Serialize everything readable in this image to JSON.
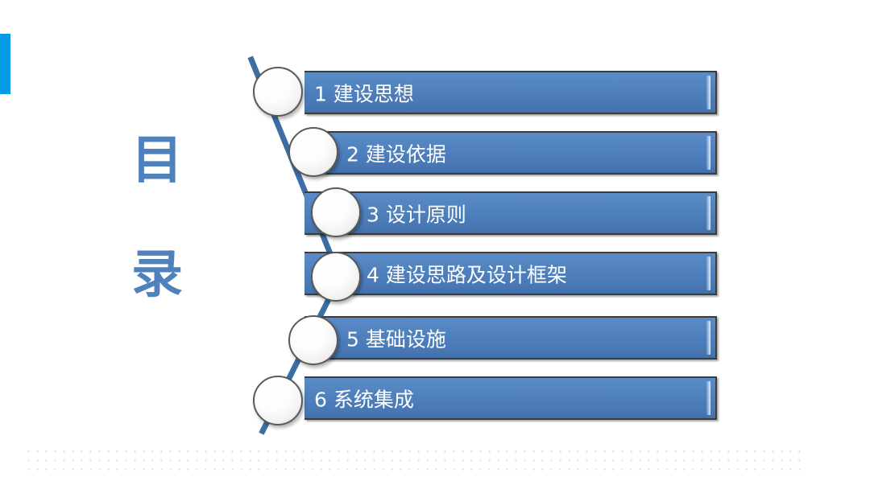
{
  "slide": {
    "title_chars": [
      "目",
      "录"
    ],
    "title_color": "#4f81bd",
    "accent_bar_color": "#039be5",
    "bar_color": "#4e80bd",
    "bar_text_color": "#ffffff",
    "circle_fill": "#ffffff",
    "circle_border_color": "#595959",
    "connector_color": "#3a6ea5",
    "dot_color": "#d8d8d8",
    "background": "#ffffff"
  },
  "toc": {
    "items": [
      {
        "number": "1",
        "text": "建设思想",
        "label": "1 建设思想"
      },
      {
        "number": "2",
        "text": "建设依据",
        "label": "2 建设依据"
      },
      {
        "number": "3",
        "text": "设计原则",
        "label": "3 设计原则"
      },
      {
        "number": "4",
        "text": "建设思路及设计框架",
        "label": "4 建设思路及设计框架"
      },
      {
        "number": "5",
        "text": "基础设施",
        "label": "5 基础设施"
      },
      {
        "number": "6",
        "text": "系统集成",
        "label": "6 系统集成"
      }
    ]
  }
}
